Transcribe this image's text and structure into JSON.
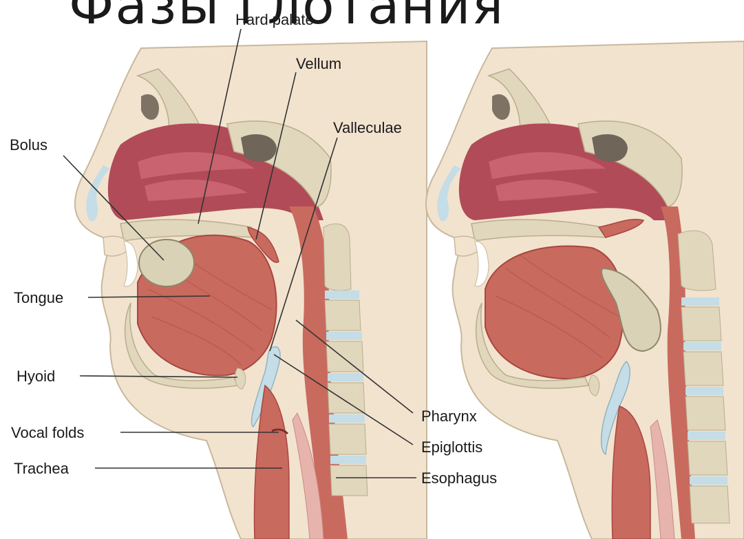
{
  "page": {
    "title": "Фазы глотания"
  },
  "diagram": {
    "labels": {
      "hard_palate": "Hard palate",
      "vellum": "Vellum",
      "valleculae": "Valleculae",
      "bolus": "Bolus",
      "tongue": "Tongue",
      "hyoid": "Hyoid",
      "vocal_folds": "Vocal folds",
      "trachea": "Trachea",
      "pharynx": "Pharynx",
      "epiglottis": "Epiglottis",
      "esophagus": "Esophagus"
    },
    "colors": {
      "skin": "#f2e3cf",
      "muscle": "#c96a5e",
      "muscle_dark": "#a8463f",
      "nasal": "#b14b57",
      "bone": "#e0d7bd",
      "bolus": "#d9d2b6",
      "cartilage": "#c4dde6",
      "mucosa": "#e7b3ad"
    }
  }
}
